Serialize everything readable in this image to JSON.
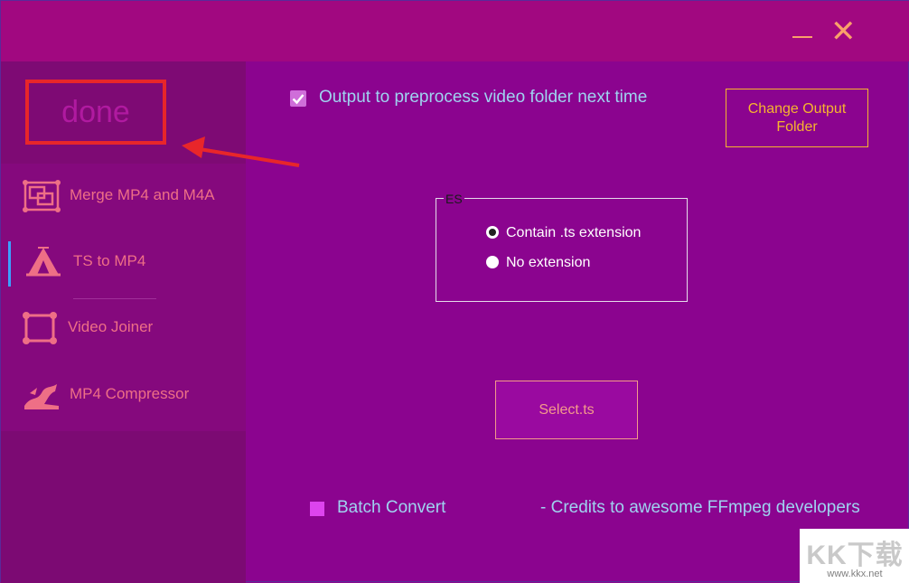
{
  "window": {
    "minimize_label": "—",
    "close_label": "✕"
  },
  "annotation": {
    "done_text": "done"
  },
  "sidebar": {
    "items": [
      {
        "label": "Merge MP4 and M4A",
        "icon": "merge-icon"
      },
      {
        "label": "TS to MP4",
        "icon": "tent-icon",
        "active": true
      },
      {
        "label": "Video Joiner",
        "icon": "joiner-icon"
      },
      {
        "label": "MP4 Compressor",
        "icon": "compressor-icon"
      }
    ]
  },
  "main": {
    "output_checkbox_label": "Output to preprocess video folder next time",
    "output_checkbox_checked": true,
    "change_output_label_line1": "Change Output",
    "change_output_label_line2": "Folder",
    "group_title": "ES",
    "radio_options": [
      {
        "label": "Contain .ts extension",
        "selected": true
      },
      {
        "label": "No extension",
        "selected": false
      }
    ],
    "select_button_label": "Select.ts",
    "batch_label": "Batch Convert",
    "batch_checked": false,
    "credits": "- Credits to awesome FFmpeg developers"
  },
  "watermark": {
    "title": "KK下载",
    "url": "www.kkx.net"
  },
  "colors": {
    "background": "#8b048f",
    "titlebar": "#a10880",
    "sidebar": "#7c0a73",
    "accent_orange": "#f7b52e",
    "label_blue": "#9fd3f0",
    "annotation_red": "#e8262a"
  }
}
